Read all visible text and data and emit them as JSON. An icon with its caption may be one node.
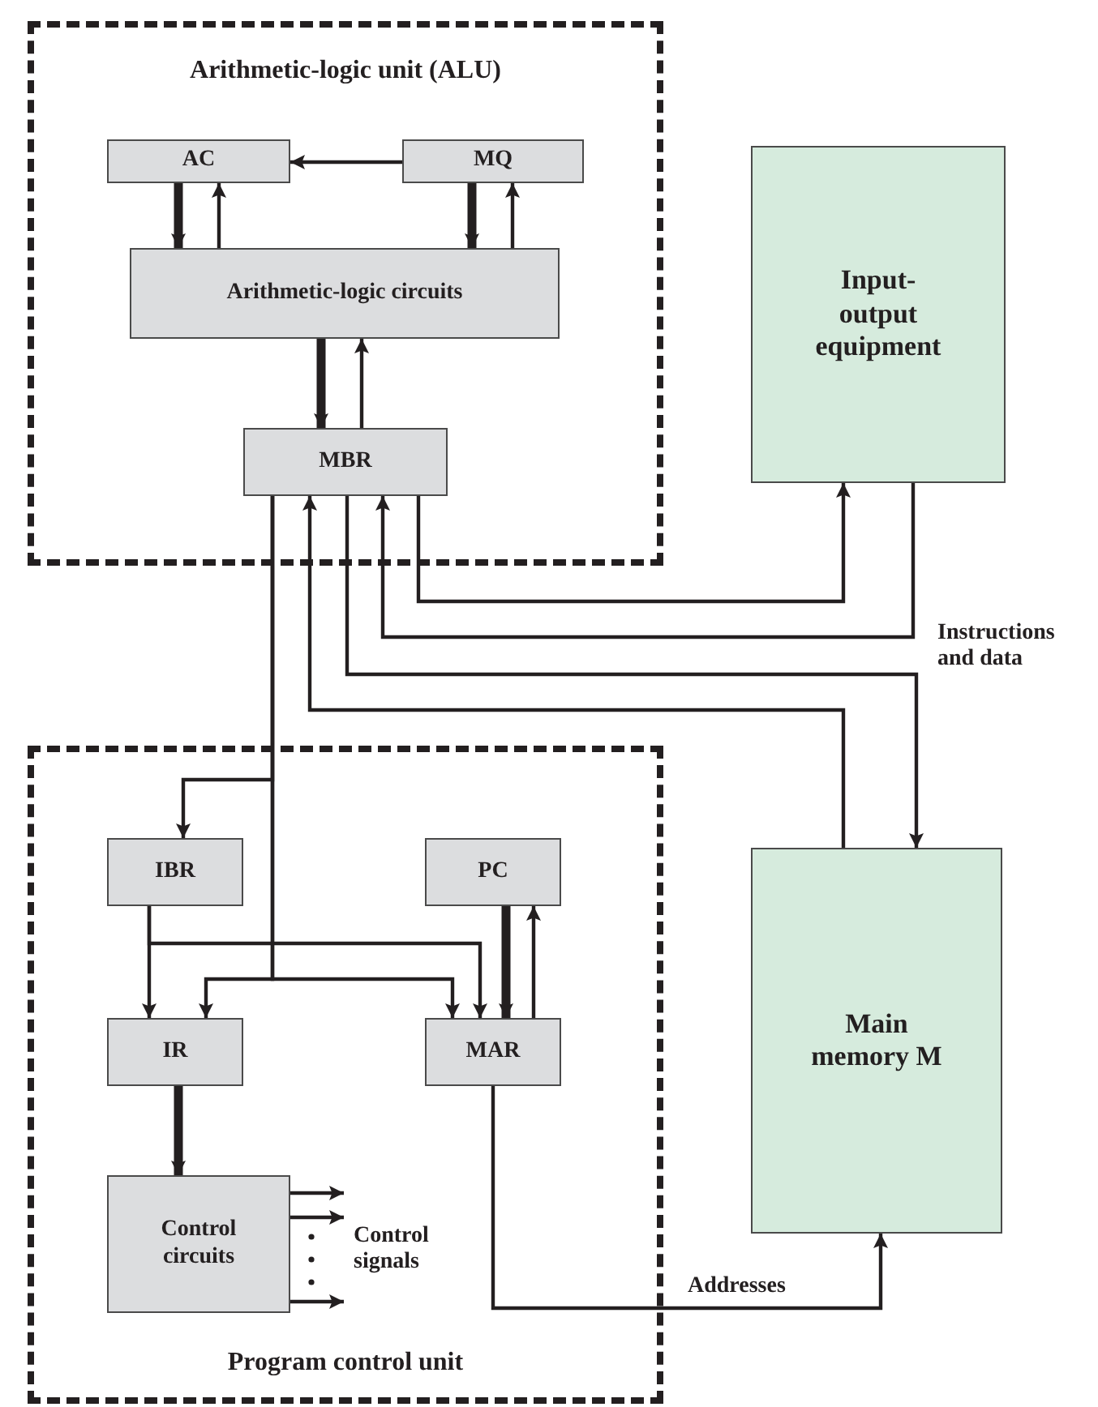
{
  "diagram": {
    "nodes": [
      {
        "text": [
          "Arithmetic-logic unit (ALU)"
        ]
      },
      {
        "text": [
          "AC"
        ],
        "in": 0
      },
      {
        "text": [
          "MQ"
        ],
        "in": 0
      },
      {
        "text": [
          "Arithmetic-logic circuits"
        ],
        "in": 0
      },
      {
        "text": [
          "MBR"
        ],
        "in": 0
      },
      {
        "text": [
          "Input-output equipment"
        ]
      },
      {
        "text": [
          "Program control unit"
        ]
      },
      {
        "text": [
          "IBR"
        ],
        "in": 6
      },
      {
        "text": [
          "PC"
        ],
        "in": 6
      },
      {
        "text": [
          "IR"
        ],
        "in": 6
      },
      {
        "text": [
          "MAR"
        ],
        "in": 6
      },
      {
        "text": [
          "Control circuits"
        ],
        "in": 6
      },
      {
        "text": [
          "Main memory M"
        ]
      },
      {
        "text": [
          "Control signals"
        ],
        "in": 6
      }
    ],
    "edges": [
      {
        "from": 2,
        "to": 1,
        "arrow": "to"
      },
      {
        "from": 1,
        "to": 3,
        "arrow": "to",
        "style": "thick"
      },
      {
        "from": 3,
        "to": 1,
        "arrow": "to"
      },
      {
        "from": 2,
        "to": 3,
        "arrow": "to",
        "style": "thick"
      },
      {
        "from": 3,
        "to": 2,
        "arrow": "to"
      },
      {
        "from": 3,
        "to": 4,
        "arrow": "to",
        "style": "thick"
      },
      {
        "from": 4,
        "to": 3,
        "arrow": "to"
      },
      {
        "from": 4,
        "to": 5,
        "arrow": "to"
      },
      {
        "from": 5,
        "to": 4,
        "arrow": "to"
      },
      {
        "from": 4,
        "to": 12,
        "arrow": "to"
      },
      {
        "from": 12,
        "to": 4,
        "arrow": "to"
      },
      {
        "from": 4,
        "to": 7,
        "arrow": "to"
      },
      {
        "from": 4,
        "to": 9,
        "arrow": "to"
      },
      {
        "from": 4,
        "to": 10,
        "arrow": "to"
      },
      {
        "from": 7,
        "to": 9,
        "arrow": "to"
      },
      {
        "from": 7,
        "to": 10,
        "arrow": "to"
      },
      {
        "from": 8,
        "to": 10,
        "arrow": "to",
        "style": "thick"
      },
      {
        "from": 10,
        "to": 8,
        "arrow": "to"
      },
      {
        "from": 9,
        "to": 11,
        "arrow": "to",
        "style": "thick"
      },
      {
        "from": 11,
        "to": 13,
        "arrow": "to"
      },
      {
        "from": 11,
        "to": 13,
        "arrow": "to"
      },
      {
        "from": 11,
        "to": 13,
        "arrow": "to"
      },
      {
        "from": 10,
        "to": 12,
        "arrow": "to",
        "label": "Addresses"
      }
    ],
    "labels": [
      "Instructions and data"
    ]
  }
}
